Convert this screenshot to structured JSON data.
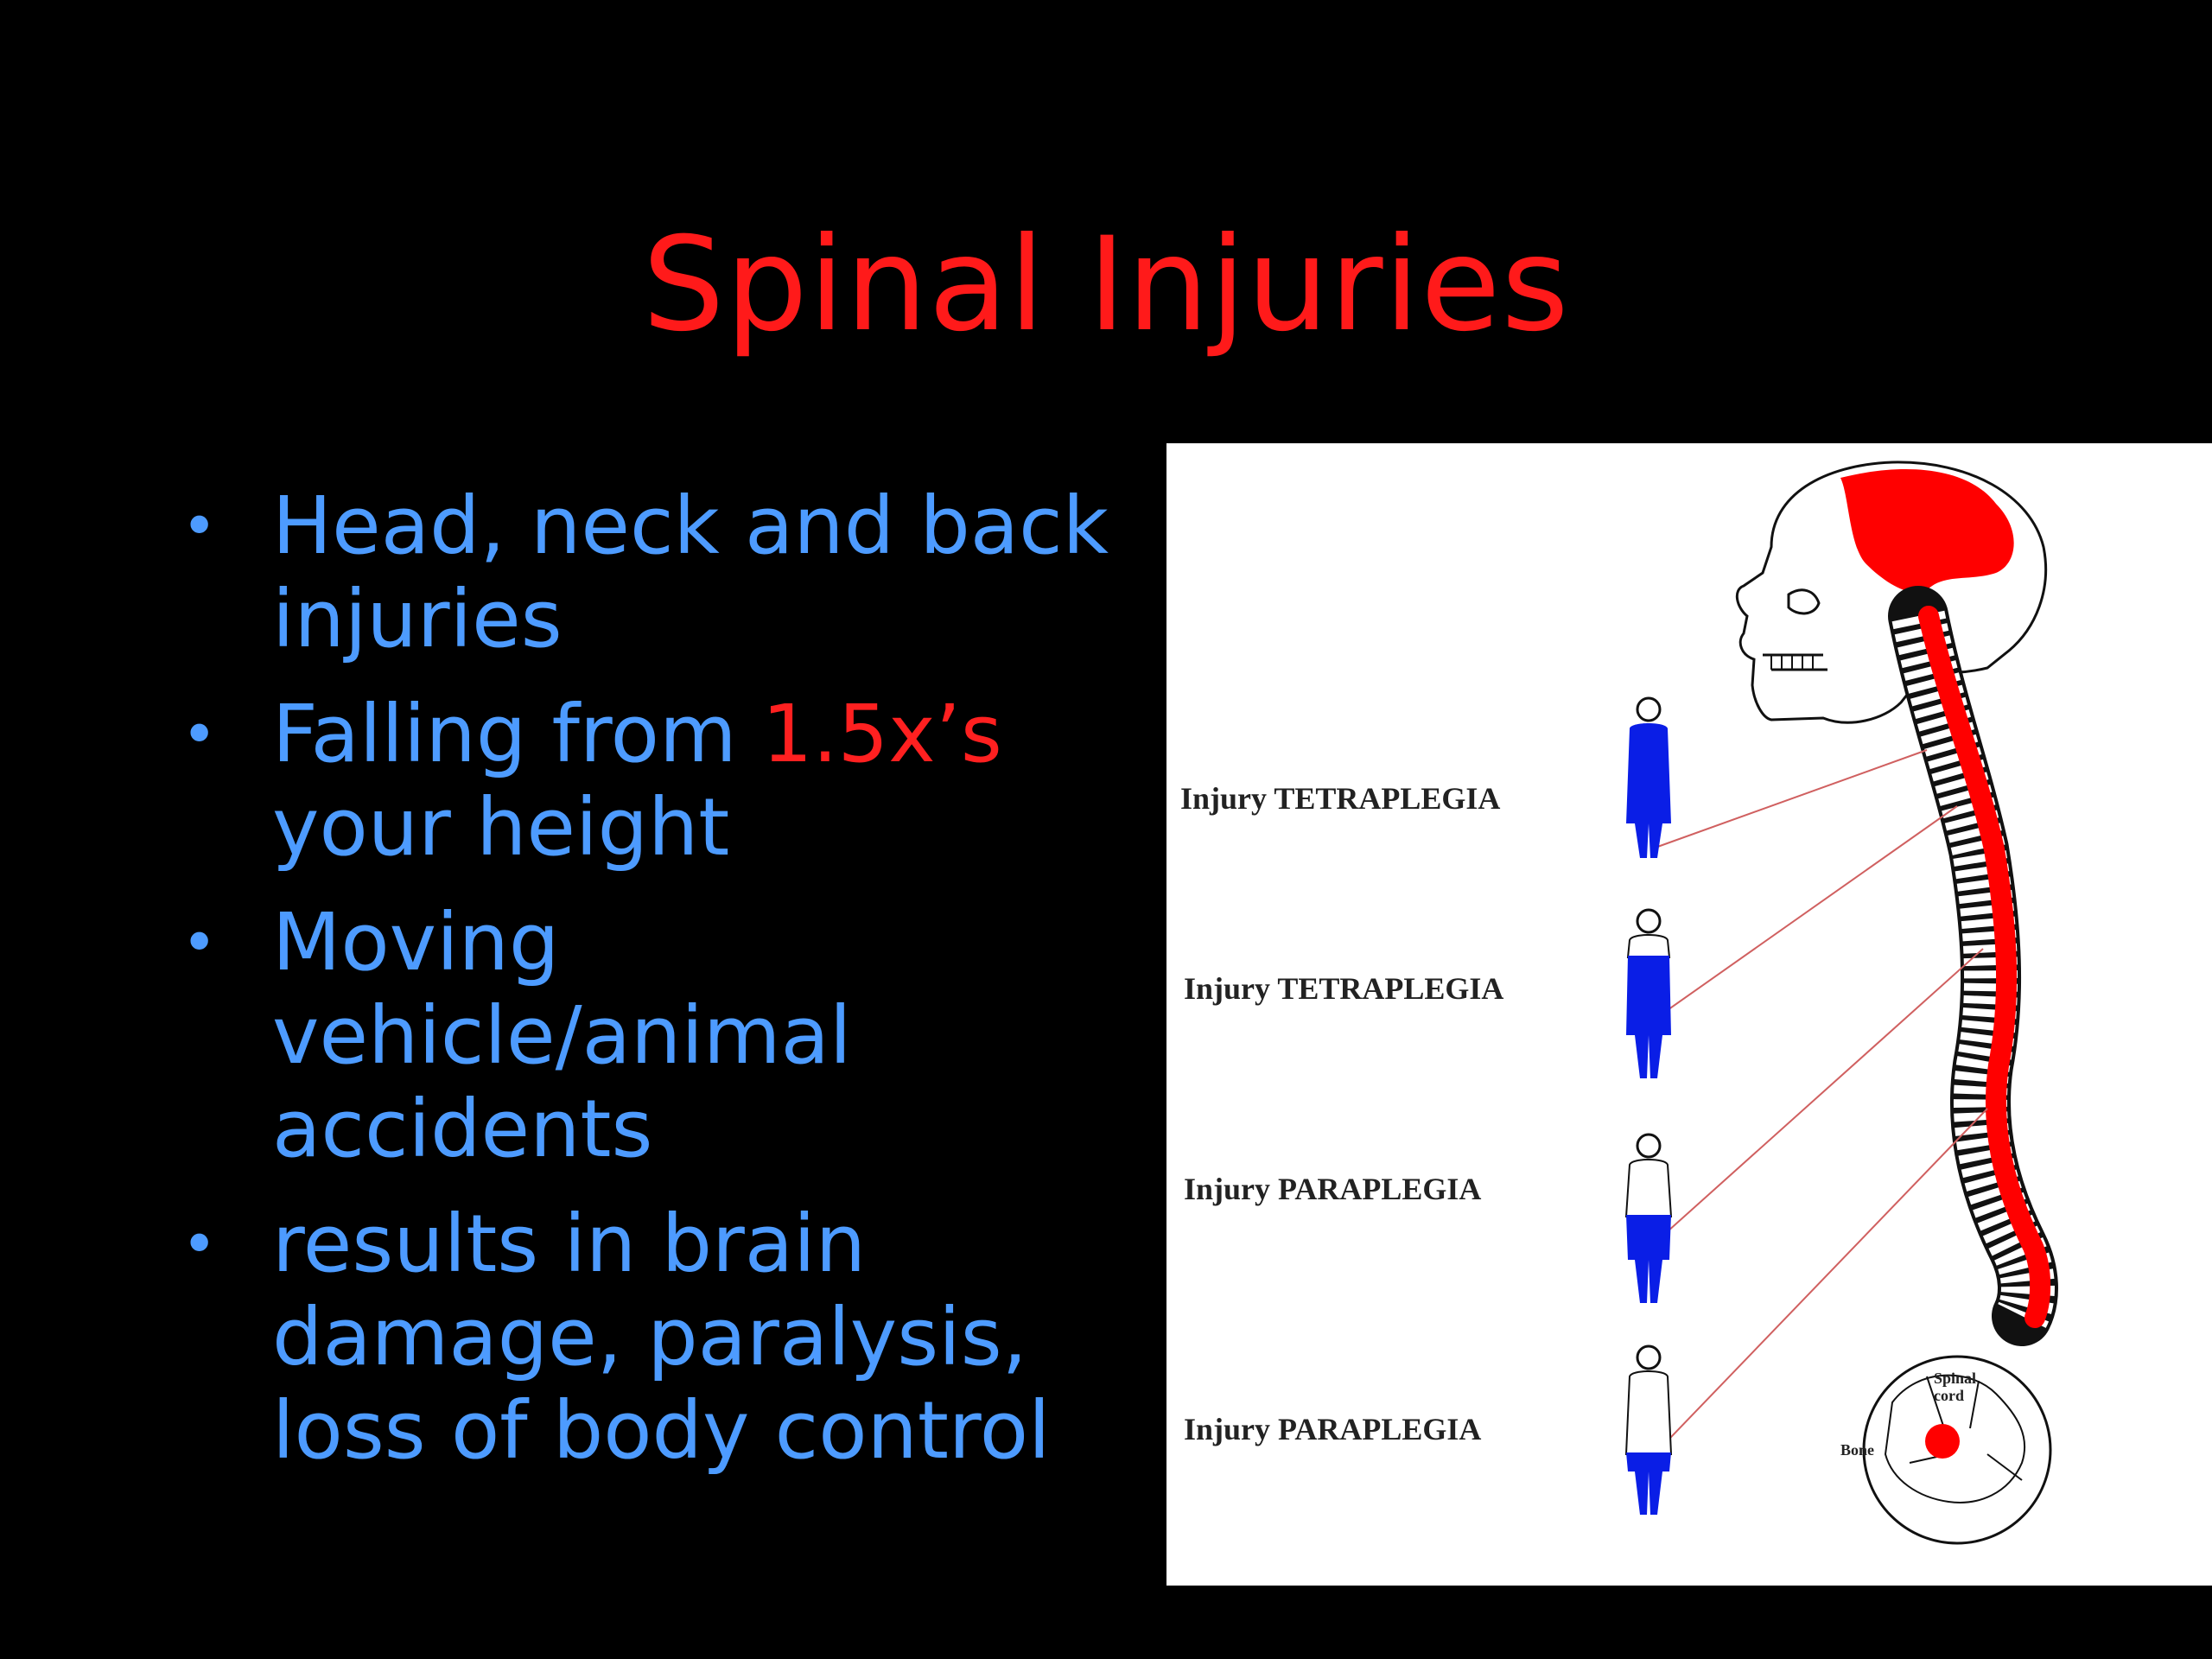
{
  "slide": {
    "title": "Spinal Injuries",
    "bullets": [
      {
        "text": "Head, neck and back injuries"
      },
      {
        "text_before": "Falling from ",
        "highlight": "1.5x’s",
        "text_after": " your height"
      },
      {
        "text": "Moving vehicle/animal accidents"
      },
      {
        "text": "results in brain damage, paralysis, loss of body control"
      }
    ],
    "colors": {
      "background": "#000000",
      "title": "#ff1a1a",
      "bullet_text": "#4d9bff",
      "highlight": "#ff2020",
      "figure_red": "#ff0000",
      "figure_blue": "#0a1ee6"
    }
  },
  "figure": {
    "labels": [
      "Injury TETRAPLEGIA",
      "Injury TETRAPLEGIA",
      "Injury PARAPLEGIA",
      "Injury PARAPLEGIA"
    ],
    "inset_label_cord": "Spinal cord",
    "inset_label_bone": "Bone",
    "icons": [
      "skull-icon",
      "spine-icon",
      "human-figure-icon",
      "cross-section-icon"
    ]
  }
}
